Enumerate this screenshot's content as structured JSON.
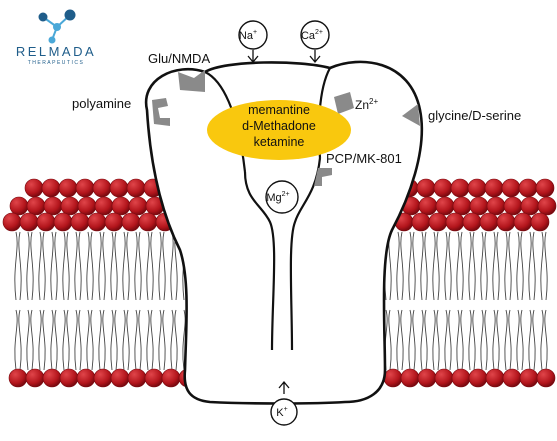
{
  "logo": {
    "name": "RELMADA",
    "tagline": "THERAPEUTICS"
  },
  "ions": {
    "top_left": {
      "symbol": "Na",
      "charge": "+"
    },
    "top_right": {
      "symbol": "Ca",
      "charge": "2+"
    },
    "channel": {
      "symbol": "Mg",
      "charge": "2+"
    },
    "bottom": {
      "symbol": "K",
      "charge": "+"
    }
  },
  "binding_sites": {
    "glu_nmda": "Glu/NMDA",
    "polyamine": "polyamine",
    "zinc": {
      "symbol": "Zn",
      "charge": "2+"
    },
    "glycine": "glycine/D-serine",
    "pcp": "PCP/MK-801"
  },
  "drug_callout": {
    "lines": [
      "memantine",
      "d-Methadone",
      "ketamine"
    ],
    "color": "#f9c80e"
  },
  "colors": {
    "lipid_head": "#b3151c",
    "lipid_head_edge": "#7a0a10",
    "site_gray": "#8a8a8a",
    "logo_blue": "#1f5d8a",
    "logo_light": "#4aa8d8"
  }
}
